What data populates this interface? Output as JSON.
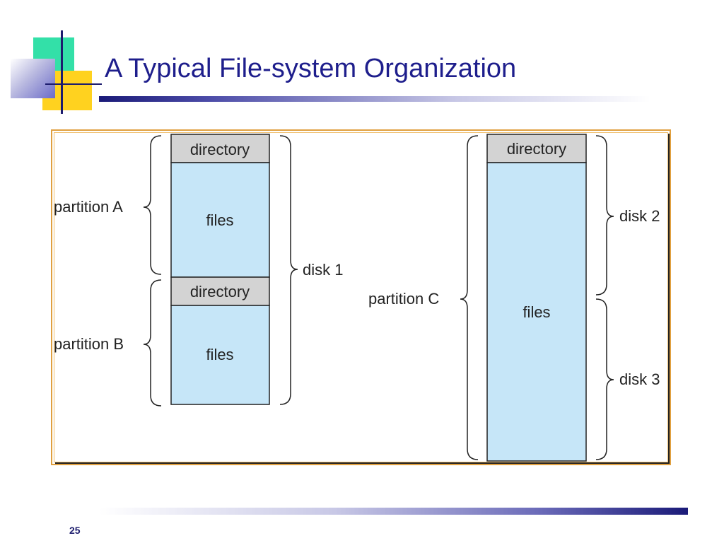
{
  "slide": {
    "title": "A Typical File-system Organization",
    "page_number": "25"
  },
  "diagram": {
    "disk1_stack": {
      "partition_a": {
        "directory": "directory",
        "files": "files"
      },
      "partition_b": {
        "directory": "directory",
        "files": "files"
      }
    },
    "disk23_stack": {
      "partition_c": {
        "directory": "directory",
        "files": "files"
      }
    },
    "labels": {
      "partition_a": "partition A",
      "partition_b": "partition B",
      "partition_c": "partition C",
      "disk1": "disk 1",
      "disk2": "disk 2",
      "disk3": "disk 3"
    },
    "colors": {
      "directory_fill": "#d3d3d3",
      "files_fill": "#c6e6f8",
      "frame_border": "#e0a040",
      "title_color": "#1e1e8c"
    }
  }
}
